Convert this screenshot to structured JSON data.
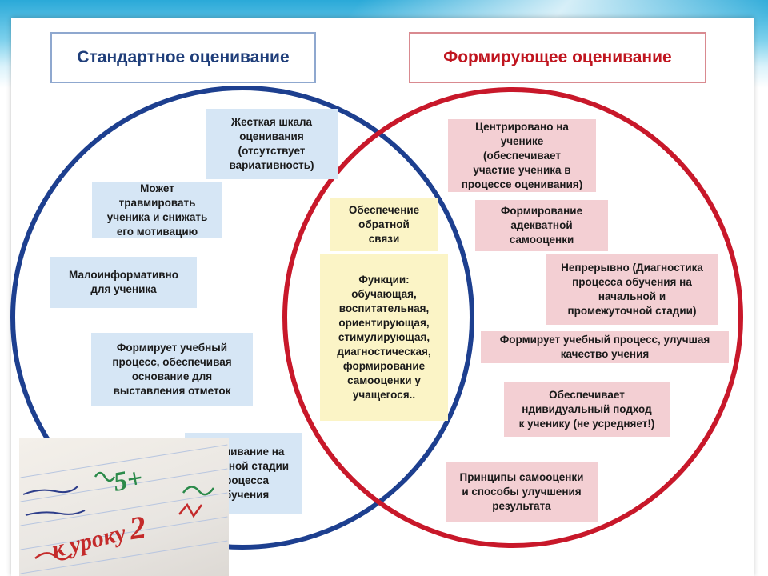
{
  "headers": {
    "left": "Стандартное оценивание",
    "right": "Формирующее оценивание"
  },
  "colors": {
    "standard_circle": "#1d3f8f",
    "formative_circle": "#c8182a",
    "standard_box": "#d6e6f5",
    "formative_box": "#f3cfd3",
    "shared_box": "#fbf4c6"
  },
  "standard_items": [
    "Жесткая шкала\nоценивания\n(отсутствует\nвариативность)",
    "Может\nтравмировать\nученика и снижать\nего мотивацию",
    "Малоинформативно\nдля ученика",
    "Формирует учебный\nпроцесс, обеспечивая\nоснование для\nвыставления отметок",
    "Оценивание на\nконечной стадии\nпроцесса\nобучения"
  ],
  "shared_items": [
    "Обеспечение\nобратной\nсвязи",
    "Функции:\nобучающая,\nвоспитательная,\nориентирующая,\nстимулирующая,\nдиагностическая,\nформирование\nсамооценки у\nучащегося.."
  ],
  "formative_items": [
    "Центрировано на\nученике\n(обеспечивает\nучастие ученика в\nпроцессе оценивания)",
    "Формирование\nадекватной\nсамооценки",
    "Непрерывно (Диагностика\nпроцесса обучения на\nначальной и\nпромежуточной стадии)",
    "Формирует учебный процесс, улучшая\nкачество учения",
    "Обеспечивает\nндивидуальный подход\nк ученику (не усредняет!)",
    "Принципы самооценки\nи способы улучшения\nрезультата"
  ],
  "photo": {
    "handwriting": [
      "5+",
      "2",
      "к уроку"
    ]
  }
}
